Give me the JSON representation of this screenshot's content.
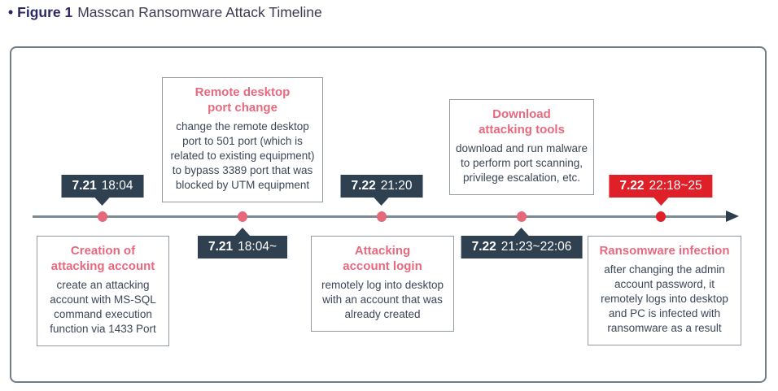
{
  "figure": {
    "bullet": "•",
    "label": "Figure 1",
    "title": "Masscan Ransomware Attack Timeline"
  },
  "colors": {
    "accent-pink": "#e8697f",
    "accent-red": "#e02028",
    "badge-navy": "#2f4050",
    "arrow-navy": "#2f3e4e",
    "dot-pink": "#e5687b",
    "body-text": "#3c4658",
    "title-indigo": "#2b2766",
    "title-text": "#3b3b51",
    "line-gray": "#7f8b94",
    "card-border": "#9199a1",
    "frame-border": "#6f7d89"
  },
  "events": [
    {
      "date": "7.21",
      "time": "18:04",
      "badge_side": "above",
      "badge_color": "navy",
      "dot_color": "pink",
      "card_side": "below",
      "card": {
        "title": "Creation of\nattacking account",
        "body": "create an attacking\naccount with MS-SQL\ncommand execution\nfunction via 1433 Port"
      }
    },
    {
      "date": "7.21",
      "time": "18:04~",
      "badge_side": "below",
      "badge_color": "navy",
      "dot_color": "pink",
      "card_side": "above",
      "card": {
        "title": "Remote desktop\nport change",
        "body": "change the remote desktop\nport to 501 port (which is\nrelated to existing equipment)\nto bypass 3389 port that was\nblocked by UTM equipment"
      }
    },
    {
      "date": "7.22",
      "time": "21:20",
      "badge_side": "above",
      "badge_color": "navy",
      "dot_color": "pink",
      "card_side": "below",
      "card": {
        "title": "Attacking\naccount login",
        "body": "remotely log into desktop\nwith an account that was\nalready created"
      }
    },
    {
      "date": "7.22",
      "time": "21:23~22:06",
      "badge_side": "below",
      "badge_color": "navy",
      "dot_color": "pink",
      "card_side": "above",
      "card": {
        "title": "Download\nattacking tools",
        "body": "download and run malware\nto perform port scanning,\nprivilege escalation, etc."
      }
    },
    {
      "date": "7.22",
      "time": "22:18~25",
      "badge_side": "above",
      "badge_color": "red",
      "dot_color": "red",
      "card_side": "below",
      "card": {
        "title": "Ransomware infection",
        "body": "after changing the admin\naccount password, it\nremotely logs into desktop\nand PC is infected with\nransomware as a result"
      }
    }
  ]
}
